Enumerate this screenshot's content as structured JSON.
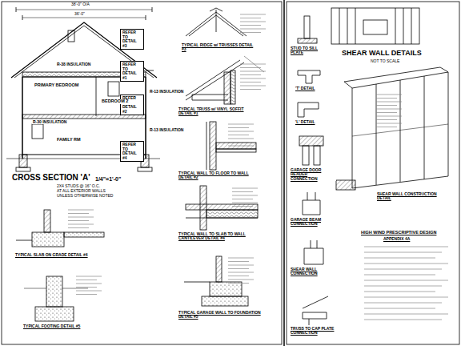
{
  "diagram": {
    "nodes": [
      {
        "text": [
          "REFER TO DETAIL #3"
        ]
      },
      {
        "text": [
          "REFER TO DETAIL #1"
        ]
      },
      {
        "text": [
          "REFER TO DETAIL #2"
        ]
      },
      {
        "text": [
          "REFER TO DETAIL #4"
        ]
      }
    ],
    "labels": [
      "38'-0\" O/A",
      "36'-0\"",
      "R-38 INSULATION",
      "PRIMARY BEDROOM",
      "BEDROOM 2",
      "R-13 INSULATION",
      "R-30 INSULATION",
      "FAMILY RM",
      "R-13 INSULATION",
      "CROSS SECTION 'A'",
      "1/4\"=1'-0\"",
      "2X4 STUDS @ 16\" O.C.",
      "AT ALL EXTERIOR WALLS",
      "UNLESS OTHERWISE NOTED",
      "TYPICAL RIDGE w/ TRUSSES DETAIL #3",
      "TYPICAL TRUSS w/ VINYL SOFFIT DETAIL #1",
      "TYPICAL WALL TO FLOOR TO WALL DETAIL #2",
      "TYPICAL WALL TO SLAB TO WALL CANTILEVER DETAIL #4",
      "TYPICAL GARAGE WALL TO FOUNDATION DETAIL #5",
      "TYPICAL SLAB ON GRADE DETAIL #4",
      "TYPICAL FOOTING DETAIL #5",
      "STUD TO SILL PLATE",
      "SHEAR WALL DETAILS",
      "NOT TO SCALE",
      "'T' DETAIL",
      "'L' DETAIL",
      "GARAGE DOOR HEADER CONNECTION",
      "SHEAR WALL CONSTRUCTION DETAIL",
      "HIGH WIND PRESCRIPTIVE DESIGN",
      "APPENDIX 4A",
      "GARAGE BEAM CONNECTION",
      "SHEAR WALL CONNECTION",
      "TRUSS TO CAP PLATE CONNECTION"
    ]
  }
}
